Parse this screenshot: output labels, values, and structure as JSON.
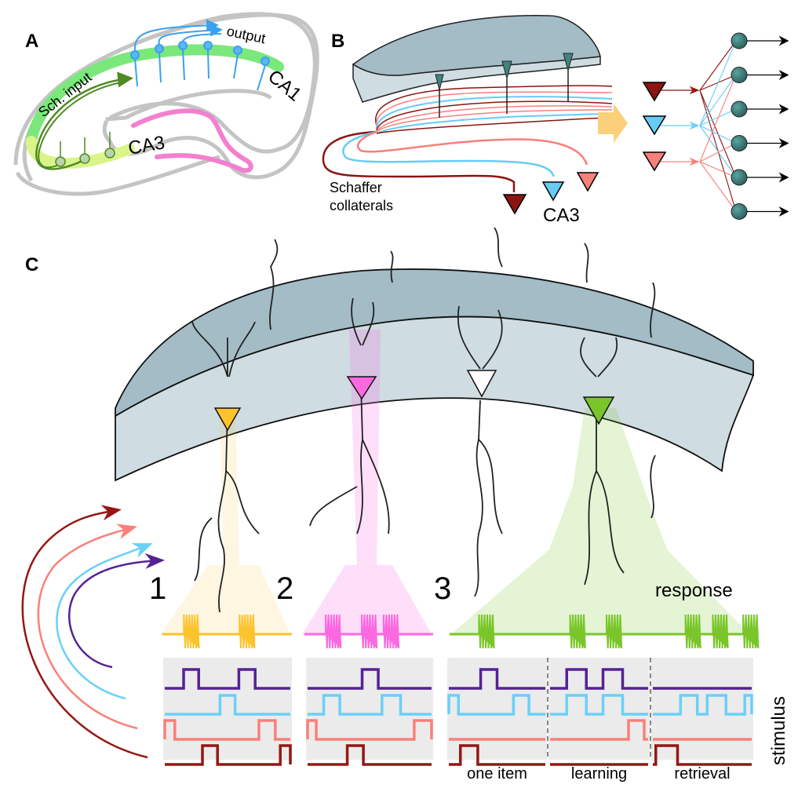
{
  "panels": {
    "a": {
      "label": "A",
      "texts": {
        "output": "output",
        "ca1": "CA1",
        "sch_input": "Sch. input",
        "ca3": "CA3"
      },
      "colors": {
        "outline": "#c4c4c4",
        "ca1_band": "#7ae87a",
        "ca3_band": "#d9f58a",
        "dentate": "#f37fcf",
        "ca1_neuron": "#3aa0f0",
        "ca3_neuron": "#4f8a22"
      }
    },
    "b": {
      "label": "B",
      "texts": {
        "schaffer": "Schaffer",
        "collaterals": "collaterals",
        "ca3": "CA3"
      },
      "colors": {
        "slab_top": "#a3bcc6",
        "slab_side": "#cfdce2",
        "dark_red": "#8b1512",
        "light_blue": "#66ccf5",
        "salmon": "#f6807a",
        "arrow": "#fccf7a",
        "node": "#2f7d7a"
      },
      "network": {
        "inputs": [
          "dark-red",
          "light-blue",
          "salmon"
        ],
        "output_count": 6
      }
    },
    "c": {
      "label": "C",
      "texts": {
        "response": "response",
        "stimulus": "stimulus"
      },
      "colors": {
        "cell1": "#fbc32c",
        "cell2": "#fb68e0",
        "cell3": "#ffffff",
        "cell4": "#7ac62a",
        "stim_purple": "#552293",
        "stim_blue": "#6ad0f8",
        "stim_salmon": "#fb7f79",
        "stim_darkred": "#951713",
        "stim_bg": "#ebebeb"
      },
      "cases": [
        {
          "number": "1",
          "burst_positions": [
            0.22,
            0.65
          ],
          "stimulus": {
            "purple": [
              [
                0.15,
                0.27
              ],
              [
                0.59,
                0.72
              ]
            ],
            "blue": [
              [
                0.44,
                0.56
              ]
            ],
            "salmon": [
              [
                0.0,
                0.08
              ],
              [
                0.75,
                0.88
              ]
            ],
            "darkred": [
              [
                0.3,
                0.42
              ],
              [
                0.92,
                1.0
              ]
            ]
          }
        },
        {
          "number": "2",
          "burst_positions": [
            0.22,
            0.5,
            0.67
          ],
          "stimulus": {
            "purple": [
              [
                0.44,
                0.57
              ]
            ],
            "blue": [
              [
                0.13,
                0.26
              ],
              [
                0.6,
                0.75
              ]
            ],
            "salmon": [
              [
                0.0,
                0.07
              ],
              [
                0.86,
                1.0
              ]
            ],
            "darkred": [
              [
                0.32,
                0.45
              ]
            ]
          }
        },
        {
          "number": "3",
          "burst_positions": [
            0.12,
            0.42,
            0.54,
            0.8,
            0.89,
            0.99
          ],
          "segments": [
            {
              "label": "one item",
              "stimulus": {
                "purple": [
                  [
                    0.33,
                    0.5
                  ]
                ],
                "blue": [
                  [
                    0.0,
                    0.1
                  ],
                  [
                    0.67,
                    0.83
                  ]
                ],
                "salmon": [],
                "darkred": [
                  [
                    0.12,
                    0.3
                  ]
                ]
              }
            },
            {
              "label": "learning",
              "stimulus": {
                "purple": [
                  [
                    0.17,
                    0.37
                  ],
                  [
                    0.54,
                    0.74
                  ]
                ],
                "blue": [
                  [
                    0.17,
                    0.37
                  ],
                  [
                    0.54,
                    0.74
                  ]
                ],
                "salmon": [
                  [
                    0.8,
                    0.96
                  ]
                ],
                "darkred": []
              }
            },
            {
              "label": "retrieval",
              "stimulus": {
                "purple": [],
                "blue": [
                  [
                    0.28,
                    0.45
                  ],
                  [
                    0.55,
                    0.74
                  ],
                  [
                    0.93,
                    1.0
                  ]
                ],
                "salmon": [],
                "darkred": [
                  [
                    0.03,
                    0.25
                  ]
                ]
              }
            }
          ]
        }
      ]
    }
  }
}
